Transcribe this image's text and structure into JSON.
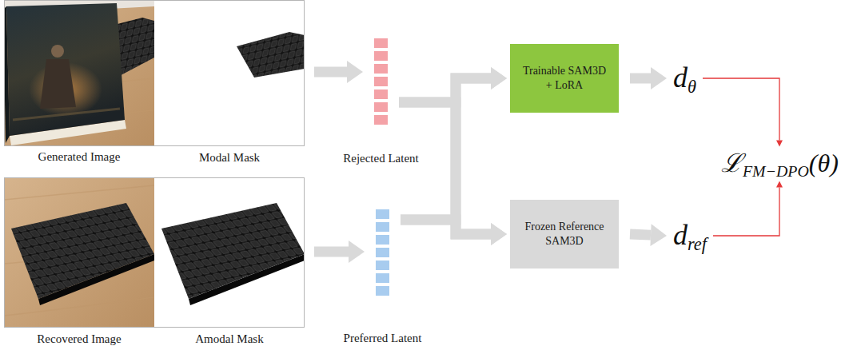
{
  "diagram": {
    "nodes": [
      {
        "text": [
          "Generated Image"
        ]
      },
      {
        "text": [
          "Modal Mask"
        ]
      },
      {
        "text": [
          "Rejected Latent"
        ]
      },
      {
        "text": [
          "Trainable SAM3D + LoRA"
        ]
      },
      {
        "text": [
          "dθ"
        ]
      },
      {
        "text": [
          "ℒFM−DPO(θ)"
        ]
      },
      {
        "text": [
          "Recovered Image"
        ]
      },
      {
        "text": [
          "Amodal Mask"
        ]
      },
      {
        "text": [
          "Preferred Latent"
        ]
      },
      {
        "text": [
          "Frozen Reference SAM3D"
        ]
      },
      {
        "text": [
          "dref"
        ]
      }
    ],
    "edges": [
      {
        "from": 1,
        "to": 2,
        "arrow": "to"
      },
      {
        "from": 7,
        "to": 8,
        "arrow": "to"
      },
      {
        "from": 2,
        "to": 3,
        "arrow": "to"
      },
      {
        "from": 2,
        "to": 9,
        "arrow": "to"
      },
      {
        "from": 8,
        "to": 3,
        "arrow": "to"
      },
      {
        "from": 8,
        "to": 9,
        "arrow": "to"
      },
      {
        "from": 3,
        "to": 4,
        "arrow": "to"
      },
      {
        "from": 9,
        "to": 10,
        "arrow": "to"
      },
      {
        "from": 4,
        "to": 5,
        "arrow": "to"
      },
      {
        "from": 10,
        "to": 5,
        "arrow": "to"
      }
    ]
  }
}
